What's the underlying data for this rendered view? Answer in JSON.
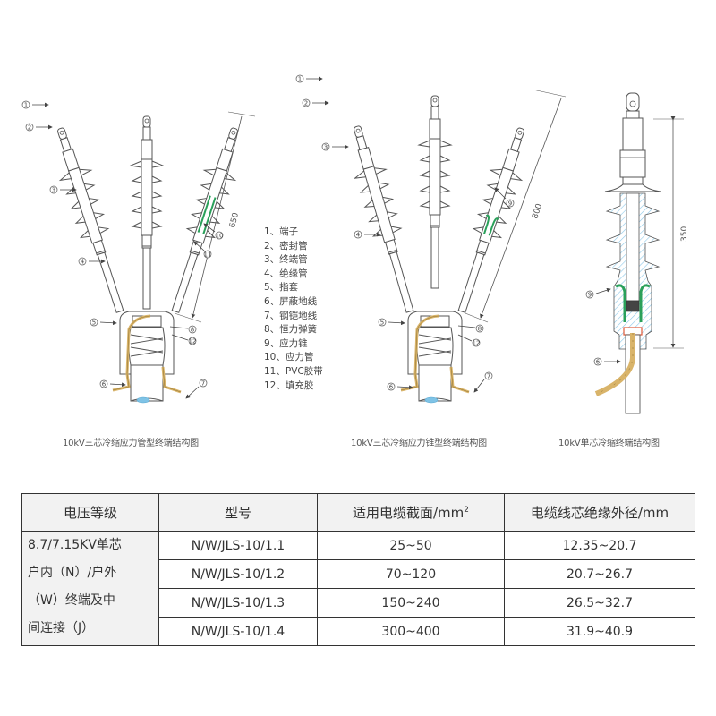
{
  "legend": {
    "items": [
      {
        "num": "1",
        "label": "1、端子"
      },
      {
        "num": "2",
        "label": "2、密封管"
      },
      {
        "num": "3",
        "label": "3、终端管"
      },
      {
        "num": "4",
        "label": "4、绝缘管"
      },
      {
        "num": "5",
        "label": "5、指套"
      },
      {
        "num": "6",
        "label": "6、屏蔽地线"
      },
      {
        "num": "7",
        "label": "7、钢铠地线"
      },
      {
        "num": "8",
        "label": "8、恒力弹簧"
      },
      {
        "num": "9",
        "label": "9、应力锥"
      },
      {
        "num": "10",
        "label": "10、应力管"
      },
      {
        "num": "11",
        "label": "11、PVC胶带"
      },
      {
        "num": "12",
        "label": "12、填充胶"
      }
    ]
  },
  "diagrams": [
    {
      "caption": "10kV三芯冷缩应力管型终端结构图",
      "dimension": "650",
      "callouts": [
        "1",
        "2",
        "3",
        "4",
        "10",
        "11",
        "5",
        "8",
        "12",
        "6",
        "7"
      ]
    },
    {
      "caption": "10kV三芯冷缩应力锥型终端结构图",
      "dimension": "800",
      "callouts": [
        "1",
        "2",
        "3",
        "4",
        "9",
        "5",
        "8",
        "12",
        "6",
        "7"
      ]
    },
    {
      "caption": "10kV单芯冷缩终端结构图",
      "dimension": "350",
      "callouts": [
        "9",
        "6"
      ]
    }
  ],
  "table": {
    "headers": [
      "电压等级",
      "型号",
      "适用电缆截面/mm",
      "电缆线芯绝缘外径/mm"
    ],
    "header_sup": "2",
    "voltage_lines": [
      "8.7/7.15KV单芯",
      "户内（N）/户外",
      "（W）终端及中",
      "间连接（J）"
    ],
    "rows": [
      {
        "model": "N/W/JLS-10/1.1",
        "section": "25~50",
        "diameter": "12.35~20.7"
      },
      {
        "model": "N/W/JLS-10/1.2",
        "section": "70~120",
        "diameter": "20.7~26.7"
      },
      {
        "model": "N/W/JLS-10/1.3",
        "section": "150~240",
        "diameter": "26.5~32.7"
      },
      {
        "model": "N/W/JLS-10/1.4",
        "section": "300~400",
        "diameter": "31.9~40.9"
      }
    ]
  },
  "colors": {
    "line": "#555555",
    "stress_green": "#2aa05a",
    "shield_gold": "#d9b46a",
    "cable_blue": "#7fc3e6",
    "hatch_blue": "#8cc8e8",
    "table_header_bg": "#f2f2f2"
  }
}
